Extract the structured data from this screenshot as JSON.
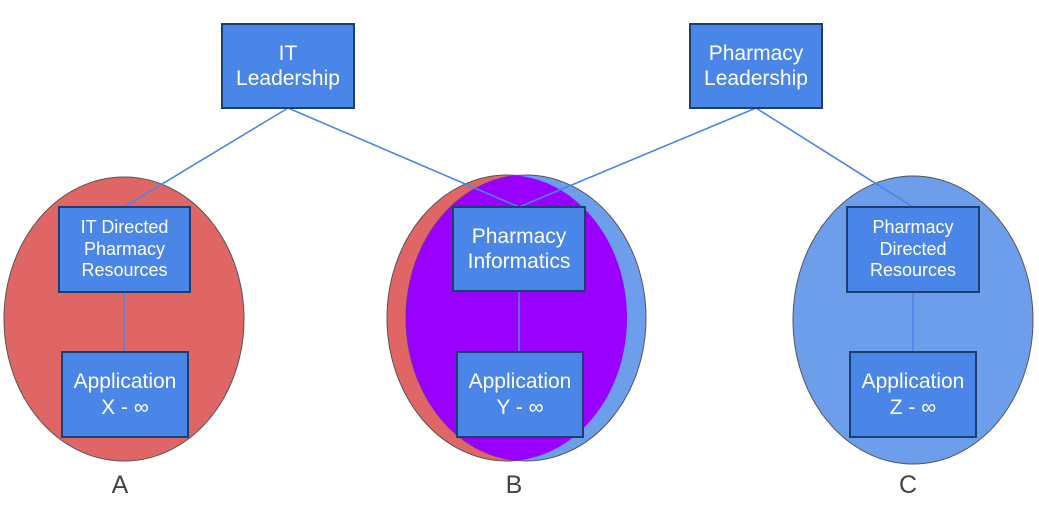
{
  "colors": {
    "box_fill": "#4a86e8",
    "box_border": "#1c3f6e",
    "it_circle": "#e06666",
    "pharmacy_circle": "#6d9eeb",
    "overlap": "#9900ff",
    "connector": "#4a86e8",
    "label_text": "#444444"
  },
  "nodes": {
    "it_leadership": "IT\nLeadership",
    "pharmacy_leadership": "Pharmacy\nLeadership",
    "it_directed": "IT Directed\nPharmacy\nResources",
    "pharmacy_informatics": "Pharmacy\nInformatics",
    "pharmacy_directed": "Pharmacy\nDirected\nResources",
    "app_x": "Application\nX - ∞",
    "app_y": "Application\nY - ∞",
    "app_z": "Application\nZ - ∞"
  },
  "groups": {
    "a": "A",
    "b": "B",
    "c": "C"
  }
}
